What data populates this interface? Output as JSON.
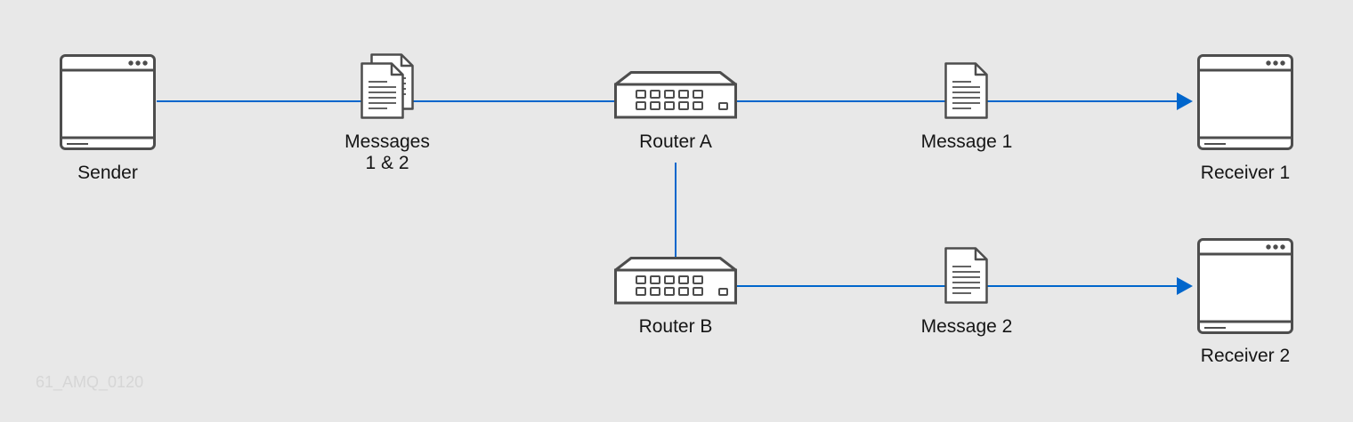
{
  "labels": {
    "sender": "Sender",
    "messages_line1": "Messages",
    "messages_line2": "1 & 2",
    "router_a": "Router A",
    "router_b": "Router B",
    "message1": "Message 1",
    "message2": "Message 2",
    "receiver1": "Receiver 1",
    "receiver2": "Receiver 2"
  },
  "watermark": "61_AMQ_0120",
  "colors": {
    "background": "#e8e8e8",
    "link": "#0066cc",
    "outline": "#4d4d4d",
    "fill": "#ffffff",
    "text": "#151515",
    "watermark": "#d6d6d6"
  },
  "icons": {
    "sender": "window-icon",
    "messages": "documents-icon",
    "router_a": "network-switch-icon",
    "router_b": "network-switch-icon",
    "message1": "document-icon",
    "message2": "document-icon",
    "receiver1": "window-icon",
    "receiver2": "window-icon"
  }
}
